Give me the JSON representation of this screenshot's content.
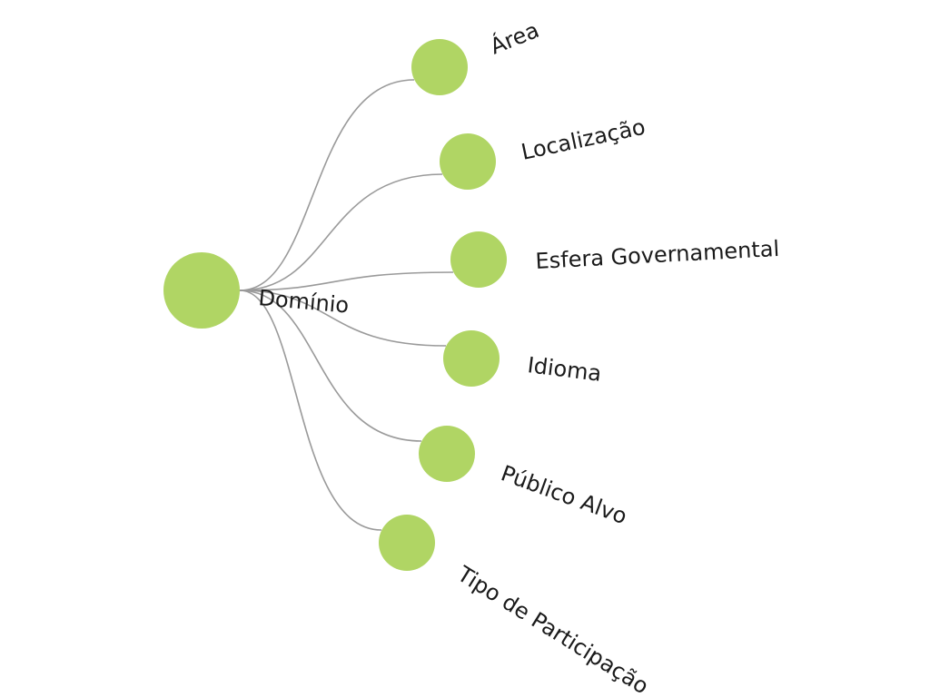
{
  "tree": {
    "node_color": "#b0d564",
    "link_color": "#9a9a9a",
    "root": {
      "label": "Domínio"
    },
    "children": [
      {
        "label": "Área"
      },
      {
        "label": "Localização"
      },
      {
        "label": "Esfera Governamental"
      },
      {
        "label": "Idioma"
      },
      {
        "label": "Público Alvo"
      },
      {
        "label": "Tipo de Participação"
      }
    ]
  }
}
